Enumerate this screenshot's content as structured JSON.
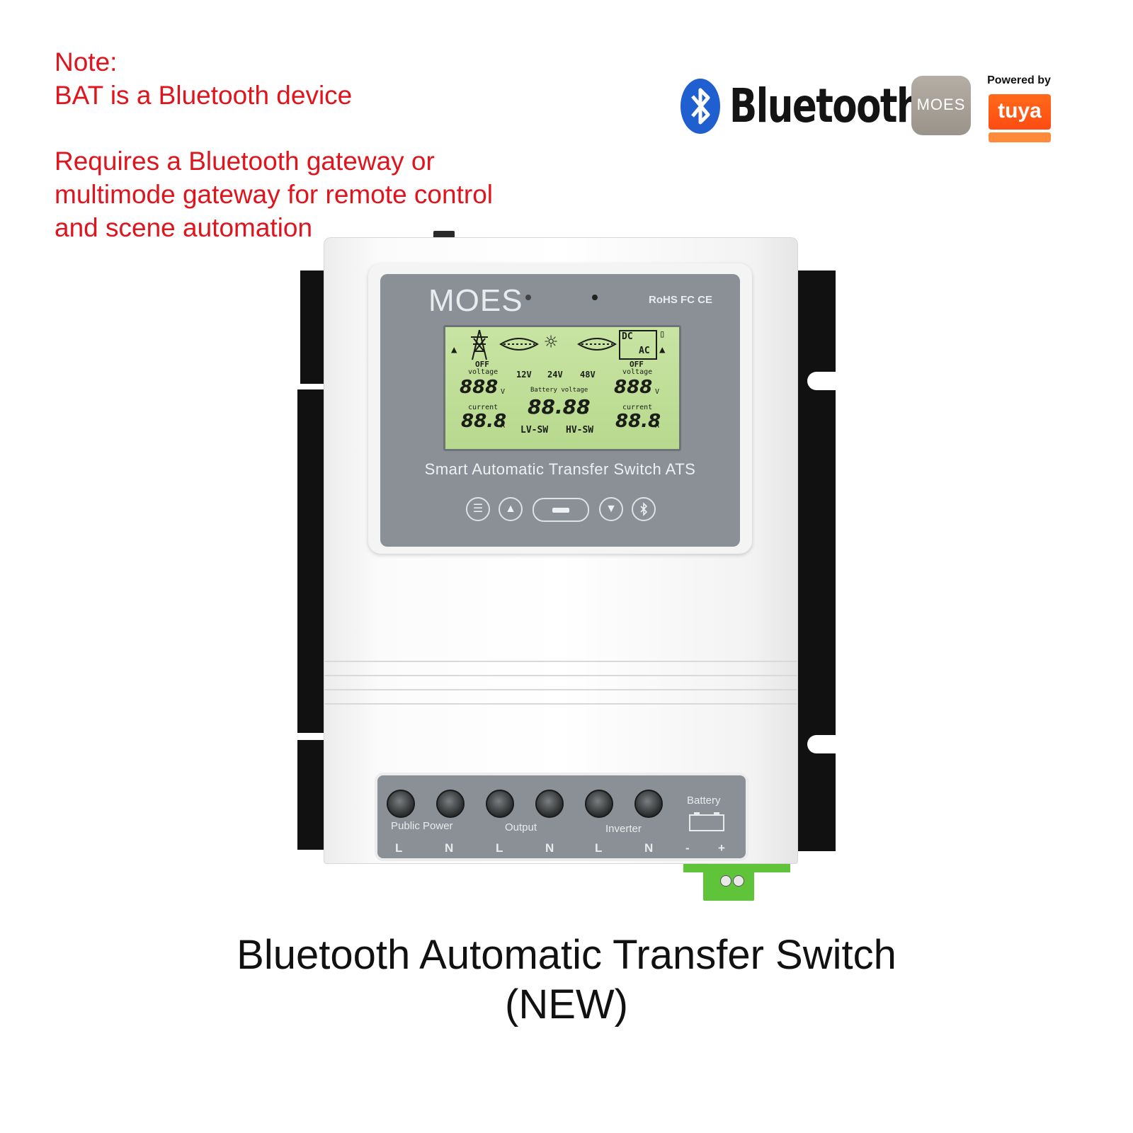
{
  "note": {
    "heading": "Note:",
    "line1": "BAT is a Bluetooth device",
    "line2": "Requires a Bluetooth gateway or",
    "line3": "multimode gateway for remote control",
    "line4": "and scene automation"
  },
  "brand": {
    "bluetooth_word": "Bluetooth",
    "moes_app_text": "MOES",
    "powered_by": "Powered by",
    "tuya_text": "tuya"
  },
  "device": {
    "logo": "MOES",
    "certifications": "RoHS FC CE",
    "lcd": {
      "left_status": "OFF",
      "right_status": "OFF",
      "voltage_label": "voltage",
      "current_label": "current",
      "left_voltage": "888",
      "right_voltage": "888",
      "left_current": "88.8",
      "right_current": "88.8",
      "volt_unit": "V",
      "amp_unit": "A",
      "v12": "12V",
      "v24": "24V",
      "v48": "48V",
      "battery_voltage_label": "Battery voltage",
      "battery_voltage": "88.88",
      "lv_sw": "LV-SW",
      "hv_sw": "HV-SW",
      "dc": "DC",
      "ac": "AC"
    },
    "title": "Smart Automatic Transfer Switch ATS",
    "terminals": {
      "public_power": "Public Power",
      "output": "Output",
      "inverter": "Inverter",
      "battery": "Battery",
      "pins": [
        "L",
        "N",
        "L",
        "N",
        "L",
        "N",
        "-",
        "+"
      ]
    }
  },
  "caption": {
    "line1": "Bluetooth Automatic Transfer Switch",
    "line2": "(NEW)"
  },
  "colors": {
    "note_text": "#e0141c",
    "panel": "#8a9096",
    "lcd": "#c1df98",
    "tuya": "#ff5a16",
    "bluetooth_blue": "#1f5fd0",
    "connector": "#5fc43a"
  }
}
